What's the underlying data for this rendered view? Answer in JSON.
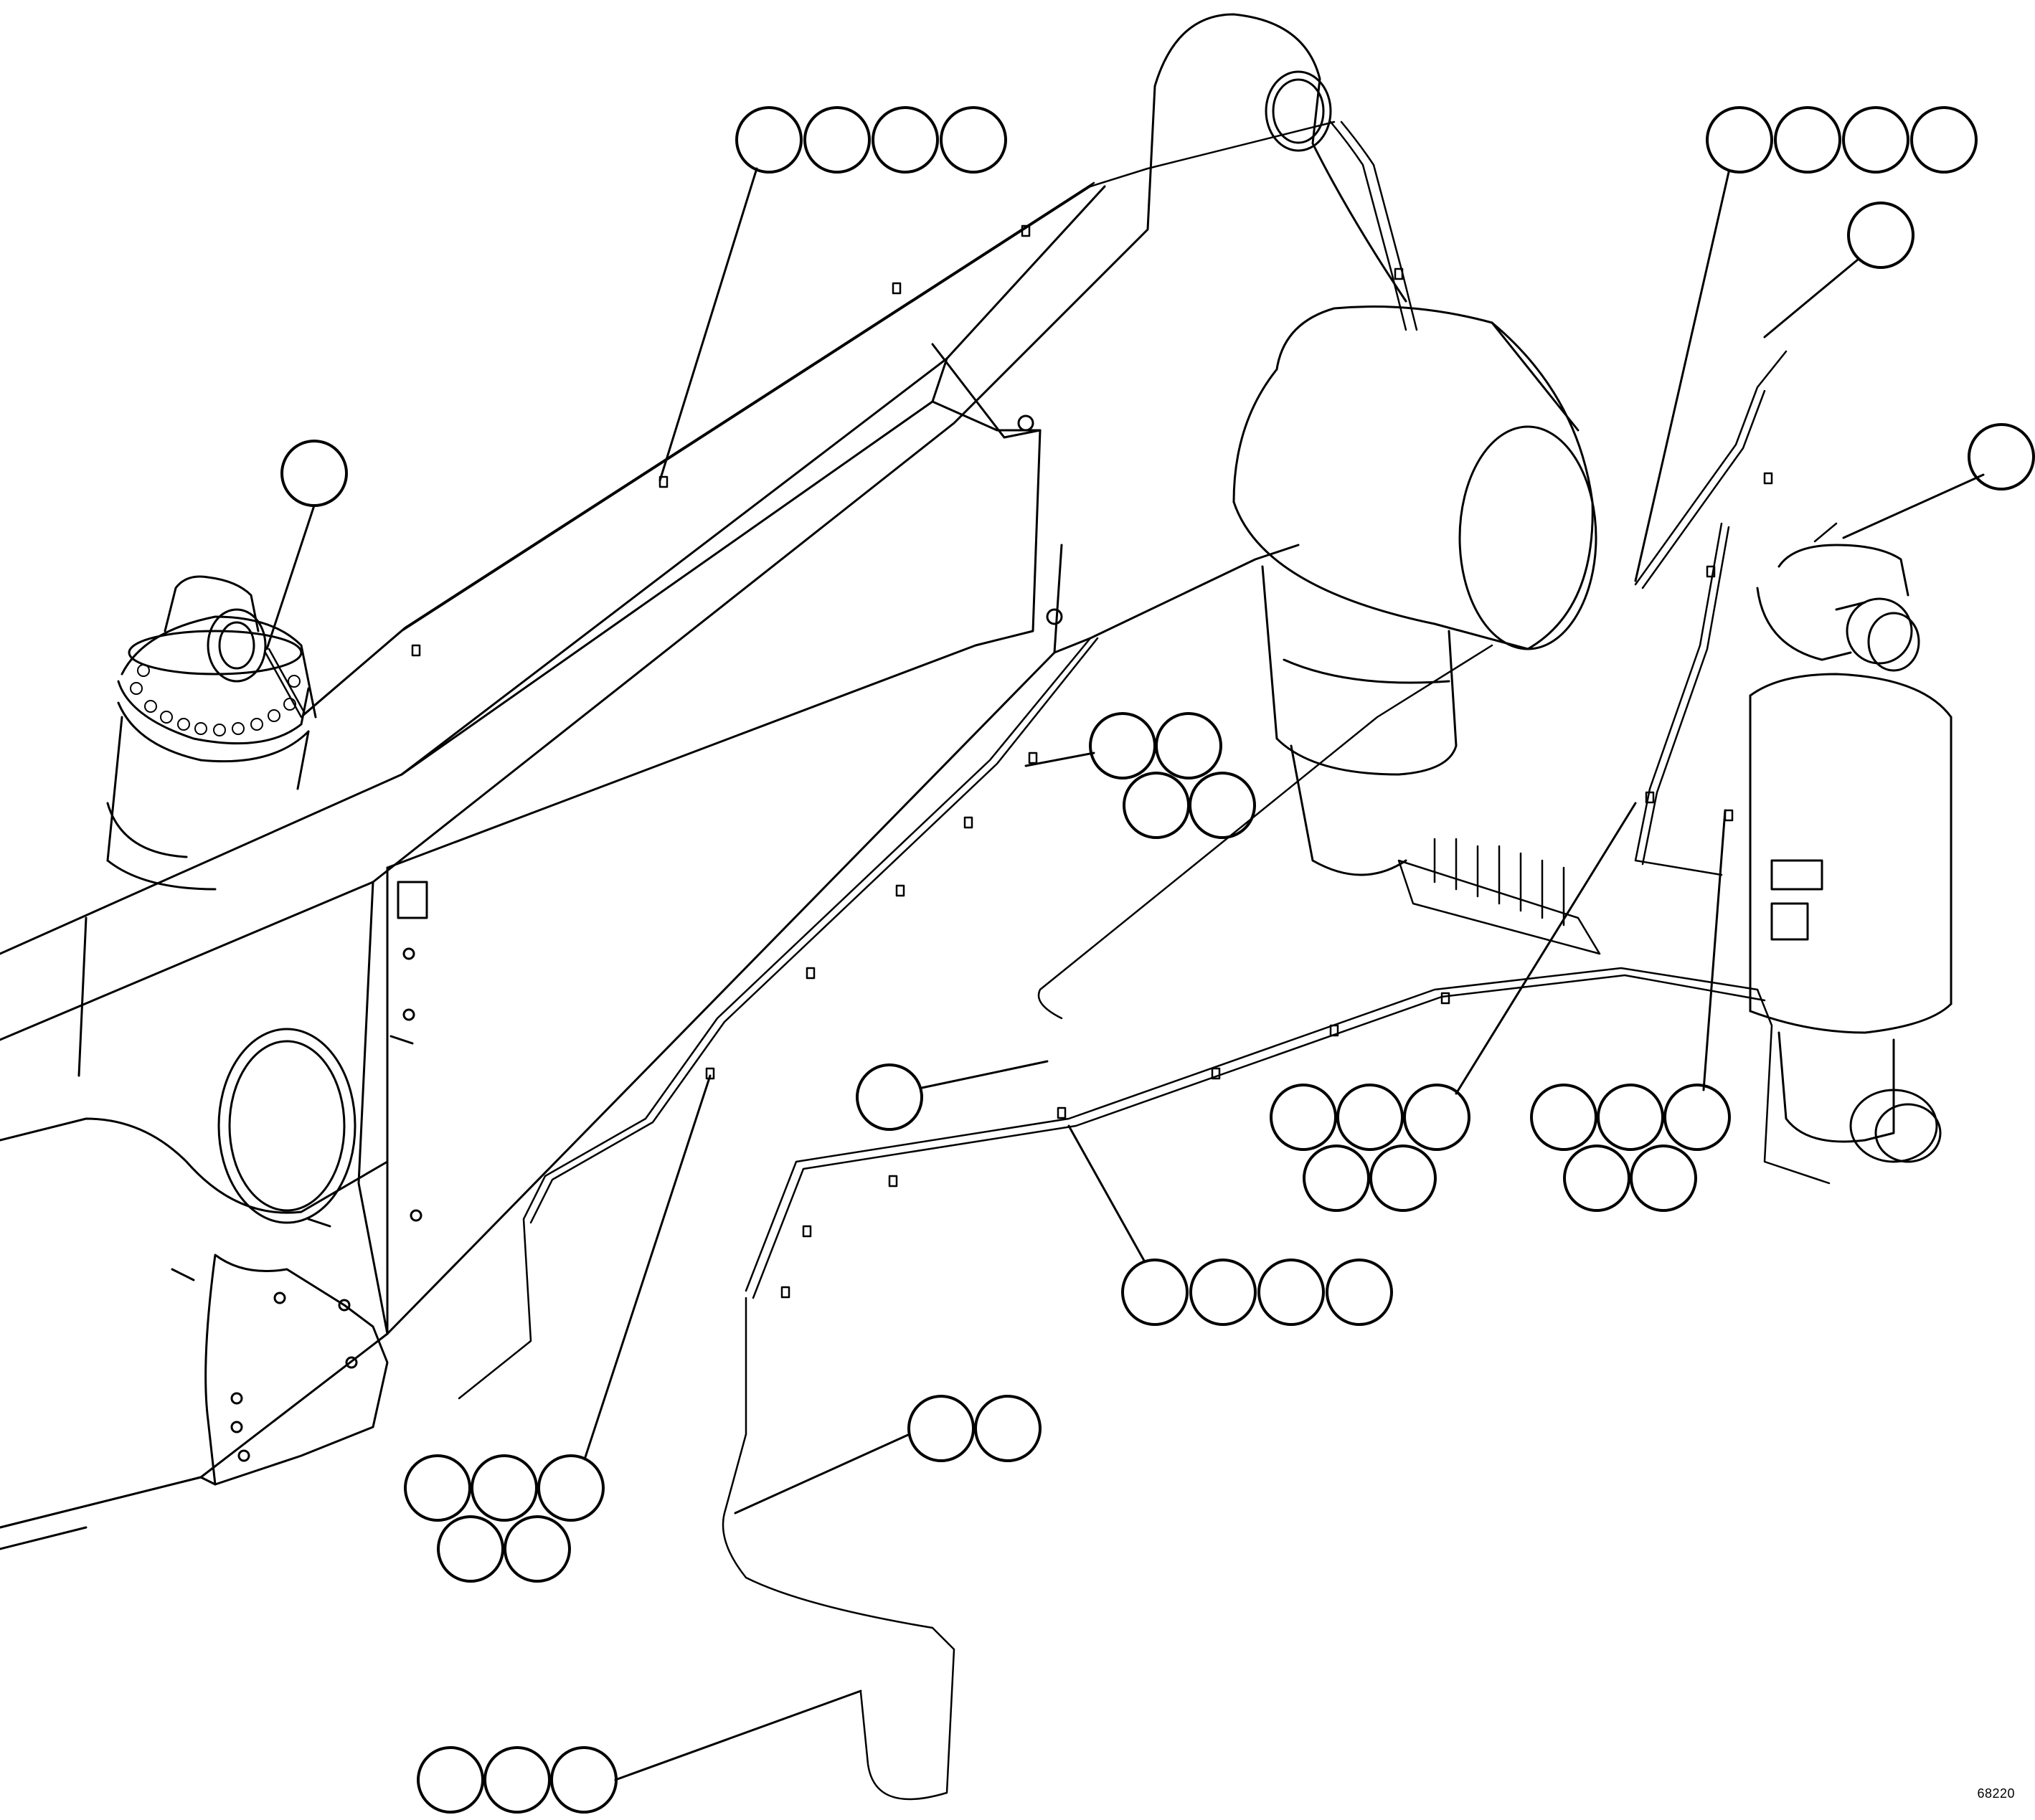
{
  "figure": {
    "number": "68220"
  },
  "callout_groups": [
    {
      "id": "top-center-4",
      "count": 4
    },
    {
      "id": "top-right-4",
      "count": 4
    },
    {
      "id": "right-upper-1",
      "count": 1
    },
    {
      "id": "right-cylinder-1",
      "count": 1
    },
    {
      "id": "left-cylinder-1",
      "count": 1
    },
    {
      "id": "center-2x2",
      "count": 4
    },
    {
      "id": "center-left-1",
      "count": 1
    },
    {
      "id": "center-right-5",
      "count": 5
    },
    {
      "id": "right-5",
      "count": 5
    },
    {
      "id": "bottom-center-4",
      "count": 4
    },
    {
      "id": "bottom-left-5",
      "count": 5
    },
    {
      "id": "bottom-2",
      "count": 2
    },
    {
      "id": "bottom-3",
      "count": 3
    }
  ],
  "colors": {
    "line": "#000000",
    "background": "#ffffff"
  }
}
